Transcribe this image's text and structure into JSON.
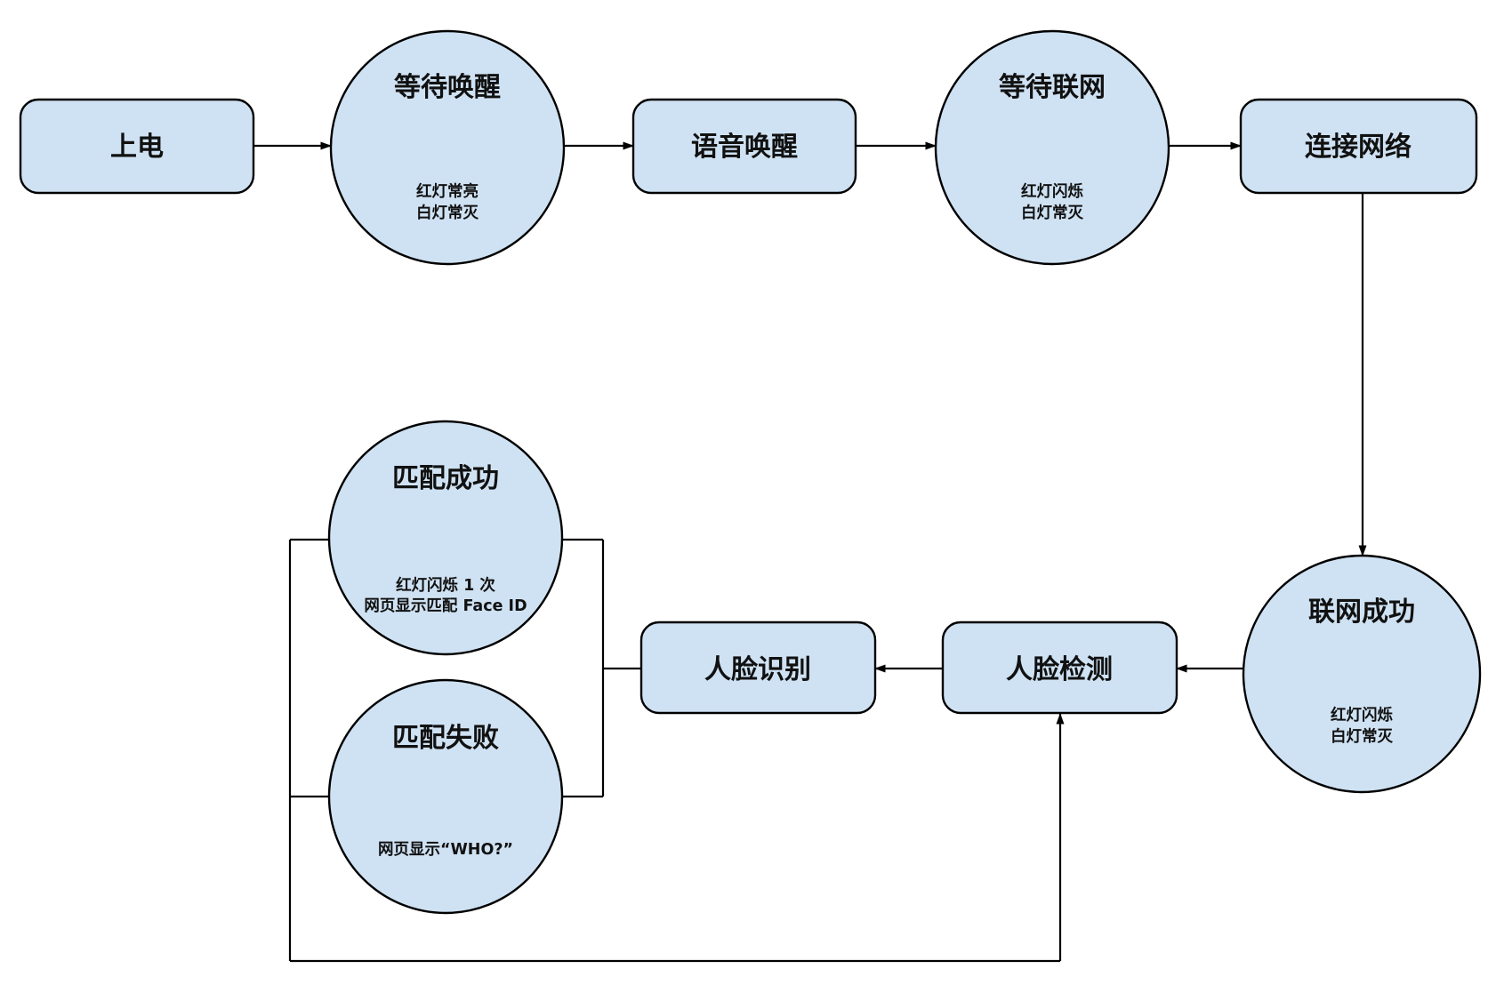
{
  "diagram": {
    "title": "device-boot-and-face-recognition-flowchart",
    "background_color": "#ffffff",
    "node_fill_color": "#cfe2f3",
    "node_stroke_color": "#000000",
    "nodes": {
      "power_on": {
        "shape": "rect",
        "label": "上电"
      },
      "wait_wake": {
        "shape": "circle",
        "label": "等待唤醒",
        "note_line1": "红灯常亮",
        "note_line2": "白灯常灭"
      },
      "voice_wake": {
        "shape": "rect",
        "label": "语音唤醒"
      },
      "wait_network": {
        "shape": "circle",
        "label": "等待联网",
        "note_line1": "红灯闪烁",
        "note_line2": "白灯常灭"
      },
      "connect_network": {
        "shape": "rect",
        "label": "连接网络"
      },
      "network_success": {
        "shape": "circle",
        "label": "联网成功",
        "note_line1": "红灯闪烁",
        "note_line2": "白灯常灭"
      },
      "face_detect": {
        "shape": "rect",
        "label": "人脸检测"
      },
      "face_recognize": {
        "shape": "rect",
        "label": "人脸识别"
      },
      "match_success": {
        "shape": "circle",
        "label": "匹配成功",
        "note_line1": "红灯闪烁 1 次",
        "note_line2": "网页显示匹配 Face ID"
      },
      "match_fail": {
        "shape": "circle",
        "label": "匹配失败",
        "note_line1": "网页显示“WHO?”"
      }
    },
    "edges": [
      {
        "from": "上电",
        "to": "等待唤醒",
        "arrow": true
      },
      {
        "from": "等待唤醒",
        "to": "语音唤醒",
        "arrow": true
      },
      {
        "from": "语音唤醒",
        "to": "等待联网",
        "arrow": true
      },
      {
        "from": "等待联网",
        "to": "连接网络",
        "arrow": true
      },
      {
        "from": "连接网络",
        "to": "联网成功",
        "arrow": true
      },
      {
        "from": "联网成功",
        "to": "人脸检测",
        "arrow": true
      },
      {
        "from": "人脸检测",
        "to": "人脸识别",
        "arrow": true
      },
      {
        "from": "人脸识别",
        "to": "匹配成功",
        "arrow": false
      },
      {
        "from": "人脸识别",
        "to": "匹配失败",
        "arrow": false
      },
      {
        "from": "匹配成功",
        "to": "人脸检测",
        "arrow": true
      },
      {
        "from": "匹配失败",
        "to": "人脸检测",
        "arrow": true
      }
    ]
  }
}
